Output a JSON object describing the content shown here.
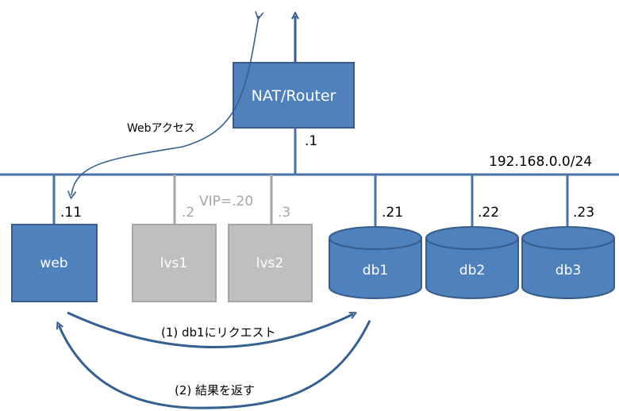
{
  "router": {
    "label": "NAT/Router",
    "addr": ".1"
  },
  "network": {
    "label": "192.168.0.0/24"
  },
  "web_access_label": "Webアクセス",
  "vip_label": "VIP=.20",
  "hosts": {
    "web": {
      "label": "web",
      "addr": ".11"
    },
    "lvs1": {
      "label": "lvs1",
      "addr": ".2"
    },
    "lvs2": {
      "label": "lvs2",
      "addr": ".3"
    },
    "db1": {
      "label": "db1",
      "addr": ".21"
    },
    "db2": {
      "label": "db2",
      "addr": ".22"
    },
    "db3": {
      "label": "db3",
      "addr": ".23"
    }
  },
  "flows": {
    "request": "(1) db1にリクエスト",
    "response": "(2) 結果を返す"
  },
  "colors": {
    "active_fill": "#4f81bd",
    "active_stroke": "#385d8a",
    "standby_fill": "#bfbfbf",
    "standby_stroke": "#a6a6a6",
    "line": "#4a73a8",
    "arrow": "#35608f",
    "muted_text": "#a6a6a6"
  }
}
